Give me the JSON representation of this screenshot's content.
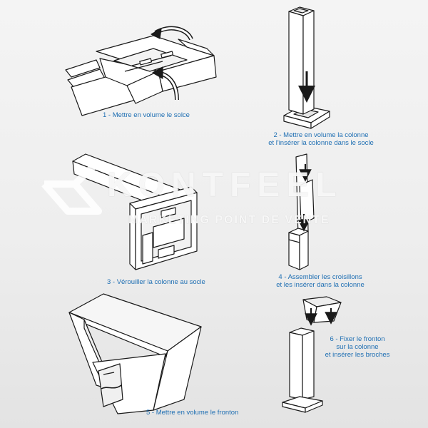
{
  "steps": [
    {
      "number": 1,
      "lines": [
        "1 - Mettre en volume le solce"
      ]
    },
    {
      "number": 2,
      "lines": [
        "2 - Mettre en volume la colonne",
        "et l'insérer la colonne dans le socle"
      ]
    },
    {
      "number": 3,
      "lines": [
        "3 - Vérouiller la colonne au socle"
      ]
    },
    {
      "number": 4,
      "lines": [
        "4 - Assembler les croisillons",
        "et les insérer dans la colonne"
      ]
    },
    {
      "number": 5,
      "lines": [
        "5 - Mettre en volume le fronton"
      ]
    },
    {
      "number": 6,
      "lines": [
        "6 - Fixer le fronton",
        "sur la colonne",
        "et insérer les broches"
      ]
    }
  ],
  "watermark": {
    "brand": "KONTFEEL",
    "tagline": "MARKETING POINT DE VENTE"
  },
  "colors": {
    "caption": "#1f6fb3",
    "line": "#1a1a1a"
  }
}
